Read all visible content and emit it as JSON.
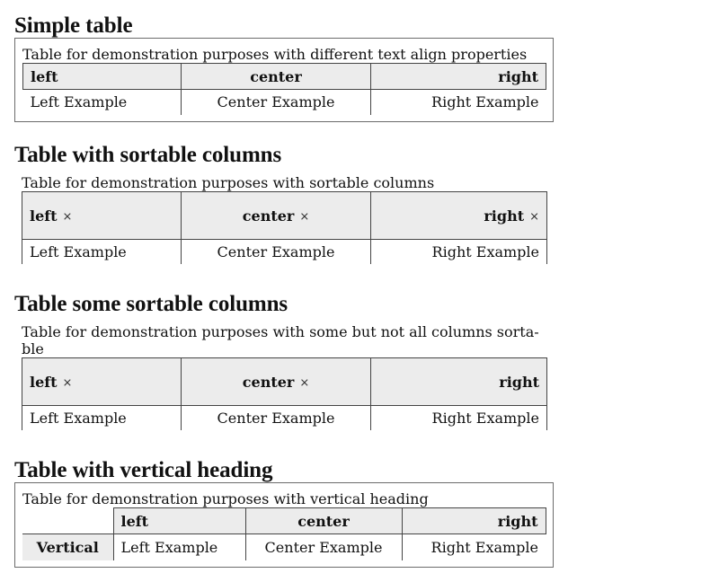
{
  "sections": [
    {
      "heading": "Simple table",
      "caption": "Table for demonstration purposes with different text align properties",
      "headers": [
        "left",
        "center",
        "right"
      ],
      "row": [
        "Left Example",
        "Center Example",
        "Right Example"
      ]
    },
    {
      "heading": "Table with sortable columns",
      "caption": "Table for demonstration purposes with sortable columns",
      "headers": [
        "left",
        "center",
        "right"
      ],
      "row": [
        "Left Example",
        "Center Example",
        "Right Example"
      ]
    },
    {
      "heading": "Table some sortable columns",
      "caption_line1": "Table for demonstration purposes with some but not all columns sorta-",
      "caption_line2": "ble",
      "headers": [
        "left",
        "center",
        "right"
      ],
      "row": [
        "Left Example",
        "Center Example",
        "Right Example"
      ]
    },
    {
      "heading": "Table with vertical heading",
      "caption": "Table for demonstration purposes with vertical heading",
      "headers": [
        "left",
        "center",
        "right"
      ],
      "row_header": "Vertical",
      "row": [
        "Left Example",
        "Center Example",
        "Right Example"
      ]
    }
  ],
  "icons": {
    "sort": "sort-icon"
  },
  "colors": {
    "header_bg": "#ececec",
    "border": "#444444"
  }
}
